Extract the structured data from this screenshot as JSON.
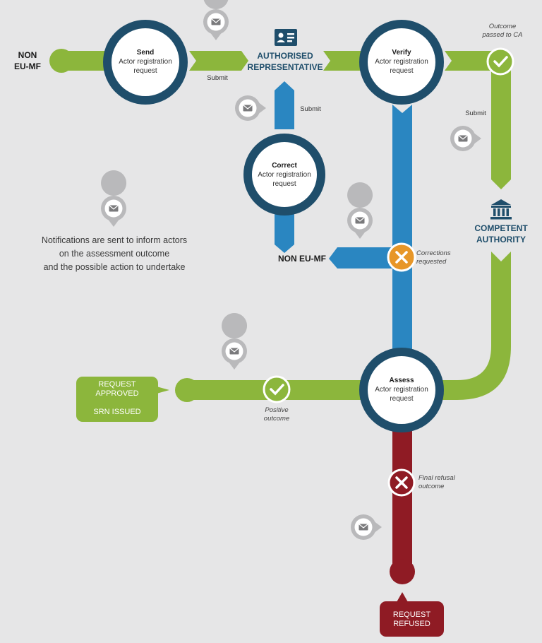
{
  "actors": {
    "non_eu_mf_left_line1": "NON",
    "non_eu_mf_left_line2": "EU-MF",
    "authorised_rep_line1": "AUTHORISED",
    "authorised_rep_line2": "REPRESENTATIVE",
    "competent_authority_line1": "COMPETENT",
    "competent_authority_line2": "AUTHORITY",
    "non_eu_mf_middle": "NON EU-MF"
  },
  "nodes": {
    "send": {
      "title": "Send",
      "line1": "Actor registration",
      "line2": "request"
    },
    "verify": {
      "title": "Verify",
      "line1": "Actor registration",
      "line2": "request"
    },
    "correct": {
      "title": "Correct",
      "line1": "Actor registration",
      "line2": "request"
    },
    "assess": {
      "title": "Assess",
      "line1": "Actor registration",
      "line2": "request"
    }
  },
  "labels": {
    "submit_1": "Submit",
    "submit_2": "Submit",
    "submit_3": "Submit",
    "outcome_ca_line1": "Outcome",
    "outcome_ca_line2": "passed to CA",
    "corrections_line1": "Corrections",
    "corrections_line2": "requested",
    "positive_line1": "Positive",
    "positive_line2": "outcome",
    "refusal_line1": "Final refusal",
    "refusal_line2": "outcome"
  },
  "note": {
    "line1": "Notifications are sent to inform actors",
    "line2": "on the assessment outcome",
    "line3": "and the possible action to undertake"
  },
  "results": {
    "approved_line1": "REQUEST",
    "approved_line2": "APPROVED",
    "approved_line3": "SRN ISSUED",
    "refused_line1": "REQUEST",
    "refused_line2": "REFUSED"
  },
  "icons": [
    "envelope-pin-icon",
    "id-card-icon",
    "bank-building-icon",
    "check-icon",
    "cross-icon"
  ],
  "colors": {
    "green": "#8cb63c",
    "blue": "#2a86c1",
    "red": "#8f1b24",
    "node_ring": "#1f4e6b",
    "orange": "#e79628",
    "pin_gray": "#b9b9bb",
    "background": "#e6e6e7"
  }
}
